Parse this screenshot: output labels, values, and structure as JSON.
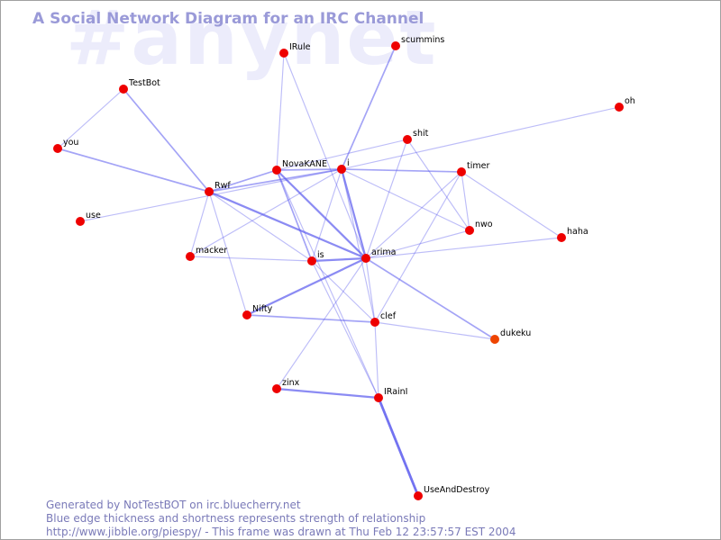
{
  "channel": "#anynet",
  "title": "A Social Network Diagram for an IRC Channel",
  "footer": [
    "Generated by NotTestBOT on irc.bluecherry.net",
    "Blue edge thickness and shortness represents strength of relationship",
    "http://www.jibble.org/piespy/ - This frame was drawn at Thu Feb 12 23:57:57 EST 2004"
  ],
  "colors": {
    "node": "#ee0000",
    "node_alt": "#ee4400",
    "edge": "#5a5aee",
    "title": "#9a9ad8",
    "watermark": "#ececfb",
    "footer": "#7a7ab8"
  },
  "nodes": [
    {
      "id": "IRule",
      "label": "IRule"
    },
    {
      "id": "scummins",
      "label": "scummins"
    },
    {
      "id": "TestBot",
      "label": "TestBot"
    },
    {
      "id": "oh",
      "label": "oh"
    },
    {
      "id": "shit",
      "label": "shit"
    },
    {
      "id": "you",
      "label": "you"
    },
    {
      "id": "NovaKANE",
      "label": "NovaKANE"
    },
    {
      "id": "i",
      "label": "i"
    },
    {
      "id": "timer",
      "label": "timer"
    },
    {
      "id": "Rwf",
      "label": "Rwf"
    },
    {
      "id": "use",
      "label": "use"
    },
    {
      "id": "nwo",
      "label": "nwo"
    },
    {
      "id": "haha",
      "label": "haha"
    },
    {
      "id": "macker",
      "label": "macker"
    },
    {
      "id": "is",
      "label": "is"
    },
    {
      "id": "arima",
      "label": "arima"
    },
    {
      "id": "Nifty",
      "label": "Nifty"
    },
    {
      "id": "clef",
      "label": "clef"
    },
    {
      "id": "dukeku",
      "label": "dukeku"
    },
    {
      "id": "zinx",
      "label": "zinx"
    },
    {
      "id": "IRainI",
      "label": "IRainI"
    },
    {
      "id": "UseAndDestroy",
      "label": "UseAndDestroy"
    }
  ],
  "edges": [
    {
      "source": "TestBot",
      "target": "Rwf",
      "weight": 2
    },
    {
      "source": "TestBot",
      "target": "you",
      "weight": 1
    },
    {
      "source": "you",
      "target": "Rwf",
      "weight": 2
    },
    {
      "source": "use",
      "target": "i",
      "weight": 1
    },
    {
      "source": "Rwf",
      "target": "NovaKANE",
      "weight": 2
    },
    {
      "source": "Rwf",
      "target": "i",
      "weight": 2
    },
    {
      "source": "Rwf",
      "target": "arima",
      "weight": 3
    },
    {
      "source": "Rwf",
      "target": "is",
      "weight": 1
    },
    {
      "source": "Rwf",
      "target": "macker",
      "weight": 1
    },
    {
      "source": "Rwf",
      "target": "Nifty",
      "weight": 1
    },
    {
      "source": "IRule",
      "target": "NovaKANE",
      "weight": 1
    },
    {
      "source": "IRule",
      "target": "arima",
      "weight": 1
    },
    {
      "source": "scummins",
      "target": "i",
      "weight": 2
    },
    {
      "source": "shit",
      "target": "NovaKANE",
      "weight": 1
    },
    {
      "source": "shit",
      "target": "arima",
      "weight": 1
    },
    {
      "source": "shit",
      "target": "nwo",
      "weight": 1
    },
    {
      "source": "oh",
      "target": "i",
      "weight": 1
    },
    {
      "source": "NovaKANE",
      "target": "i",
      "weight": 2
    },
    {
      "source": "NovaKANE",
      "target": "arima",
      "weight": 3
    },
    {
      "source": "NovaKANE",
      "target": "is",
      "weight": 2
    },
    {
      "source": "NovaKANE",
      "target": "IRainI",
      "weight": 1
    },
    {
      "source": "i",
      "target": "timer",
      "weight": 2
    },
    {
      "source": "i",
      "target": "arima",
      "weight": 3
    },
    {
      "source": "i",
      "target": "nwo",
      "weight": 1
    },
    {
      "source": "i",
      "target": "macker",
      "weight": 1
    },
    {
      "source": "i",
      "target": "clef",
      "weight": 1
    },
    {
      "source": "i",
      "target": "is",
      "weight": 1
    },
    {
      "source": "timer",
      "target": "arima",
      "weight": 1
    },
    {
      "source": "timer",
      "target": "nwo",
      "weight": 1
    },
    {
      "source": "timer",
      "target": "haha",
      "weight": 1
    },
    {
      "source": "timer",
      "target": "clef",
      "weight": 1
    },
    {
      "source": "arima",
      "target": "haha",
      "weight": 1
    },
    {
      "source": "arima",
      "target": "nwo",
      "weight": 1
    },
    {
      "source": "arima",
      "target": "is",
      "weight": 3
    },
    {
      "source": "arima",
      "target": "Nifty",
      "weight": 3
    },
    {
      "source": "arima",
      "target": "zinx",
      "weight": 1
    },
    {
      "source": "arima",
      "target": "dukeku",
      "weight": 2
    },
    {
      "source": "arima",
      "target": "clef",
      "weight": 1
    },
    {
      "source": "macker",
      "target": "is",
      "weight": 1
    },
    {
      "source": "is",
      "target": "IRainI",
      "weight": 1
    },
    {
      "source": "is",
      "target": "clef",
      "weight": 1
    },
    {
      "source": "Nifty",
      "target": "clef",
      "weight": 2
    },
    {
      "source": "clef",
      "target": "dukeku",
      "weight": 1
    },
    {
      "source": "clef",
      "target": "IRainI",
      "weight": 1
    },
    {
      "source": "zinx",
      "target": "IRainI",
      "weight": 3
    },
    {
      "source": "IRainI",
      "target": "UseAndDestroy",
      "weight": 4
    }
  ]
}
